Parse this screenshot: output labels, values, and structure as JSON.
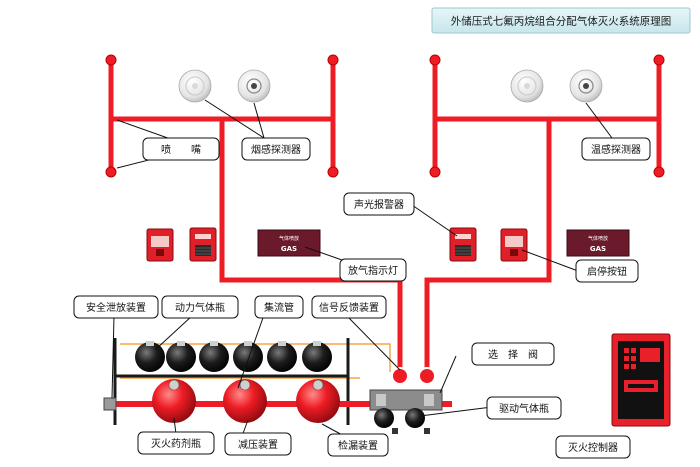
{
  "title": "外储压式七氟丙烷组合分配气体灭火系统原理图",
  "labels": {
    "nozzle": "喷　　嘴",
    "smoke_detector": "烟感探测器",
    "heat_detector": "温感探测器",
    "sound_light_alarm": "声光报警器",
    "discharge_light": "放气指示灯",
    "start_stop_button": "启停按钮",
    "safety_relief": "安全泄放装置",
    "power_gas_bottle": "动力气体瓶",
    "manifold": "集流管",
    "signal_feedback": "信号反馈装置",
    "selector_valve": "选　择　阀",
    "drive_gas_bottle": "驱动气体瓶",
    "agent_bottle": "灭火药剂瓶",
    "pressure_reducer": "减压装置",
    "leak_detector": "检漏装置",
    "fire_controller": "灭火控制器"
  },
  "discharge_sign_text": "GAS",
  "discharge_sign_caption": "气体喷放",
  "colors": {
    "pipe": "#ee1c24",
    "title_bg": "#d7eef2",
    "callout_bg": "#ffffff",
    "controller_red": "#e8202a",
    "tank_red": "#ee1c24",
    "power_bottle": "#151515",
    "pilot_line": "#f7941d",
    "sign_bg": "#6a1a2a"
  }
}
